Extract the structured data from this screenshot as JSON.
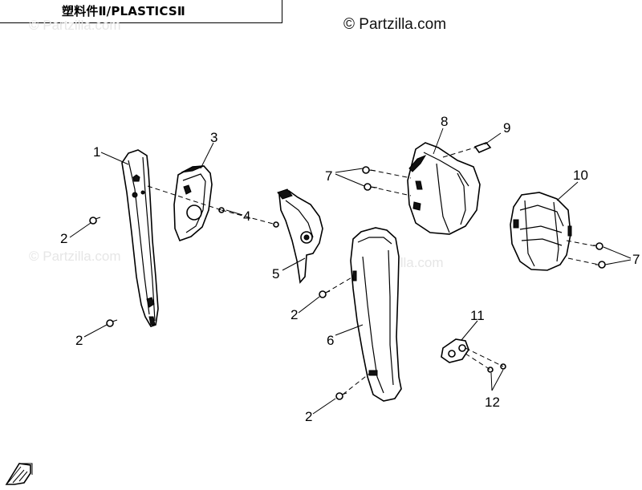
{
  "header": {
    "title": "塑料件Ⅱ/PLASTICSⅡ"
  },
  "copyright": "© Partzilla.com",
  "watermarks": [
    "© Partzilla.com",
    "© Partzilla.com",
    "© Partzilla.com"
  ],
  "callouts": {
    "c1": "1",
    "c2a": "2",
    "c2b": "2",
    "c2c": "2",
    "c2d": "2",
    "c3": "3",
    "c4": "4",
    "c5": "5",
    "c6": "6",
    "c7a": "7",
    "c7b": "7",
    "c8": "8",
    "c9": "9",
    "c10": "10",
    "c11": "11",
    "c12": "12"
  },
  "colors": {
    "line": "#000000",
    "background": "#ffffff",
    "watermark": "#e6e6e6"
  },
  "icons": {
    "front_arrow": "fwd-arrow-icon"
  }
}
